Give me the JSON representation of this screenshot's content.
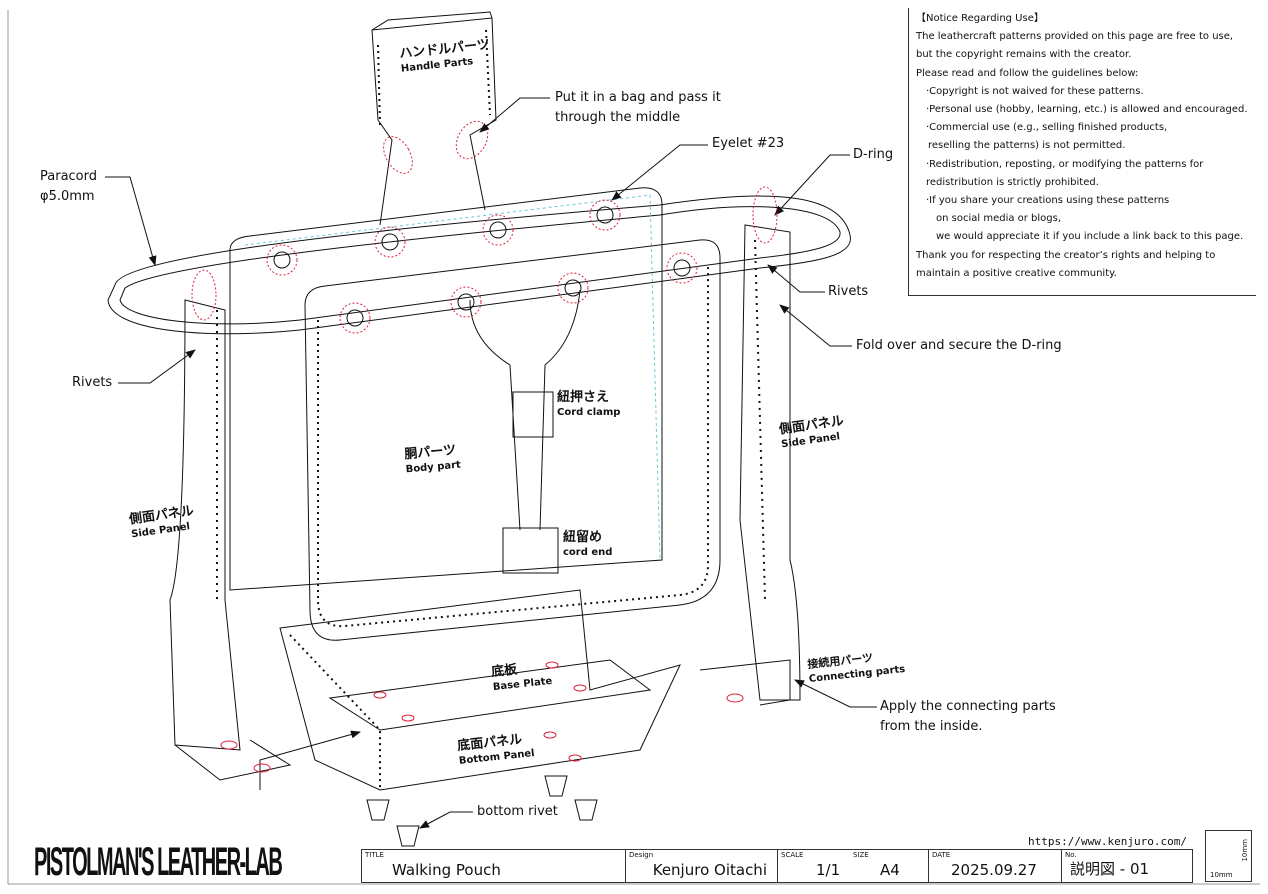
{
  "notice": {
    "heading": "【Notice Regarding Use】",
    "lines": [
      "The leathercraft patterns provided on this page are free to use,",
      "but the copyright remains with the creator.",
      "Please read and follow the guidelines below:",
      "·Copyright is not waived for these patterns.",
      "·Personal use (hobby, learning, etc.) is allowed and encouraged.",
      "·Commercial use (e.g., selling finished products,",
      "reselling the patterns) is not permitted.",
      "·Redistribution, reposting, or modifying the patterns for",
      "redistribution is strictly prohibited.",
      "·If you share your creations using these patterns",
      "on social media or blogs,",
      "we would appreciate it if you include a link back to this page.",
      "Thank you for respecting the creator’s rights and helping to",
      "maintain a positive creative community."
    ]
  },
  "callouts": {
    "bag_1": "Put it in a bag and pass it",
    "bag_2": "through the middle",
    "eyelet": "Eyelet #23",
    "dring": "D-ring",
    "paracord_1": "Paracord",
    "paracord_2": "φ5.0mm",
    "rivets_right": "Rivets",
    "fold": "Fold over and secure the D-ring",
    "rivets_left": "Rivets",
    "apply_1": "Apply the connecting parts",
    "apply_2": "from the inside.",
    "bottom_rivet": "bottom rivet"
  },
  "parts": {
    "handle_jp": "ハンドルパーツ",
    "handle_en": "Handle Parts",
    "clamp_jp": "紐押さえ",
    "clamp_en": "Cord clamp",
    "body_jp": "胴パーツ",
    "body_en": "Body part",
    "side_r_jp": "側面パネル",
    "side_r_en": "Side Panel",
    "side_l_jp": "側面パネル",
    "side_l_en": "Side Panel",
    "cordend_jp": "紐留め",
    "cordend_en": "cord end",
    "connect_jp": "接続用パーツ",
    "connect_en": "Connecting parts",
    "base_jp": "底板",
    "base_en": "Base Plate",
    "bottom_jp": "底面パネル",
    "bottom_en": "Bottom Panel"
  },
  "url": "https://www.kenjuro.com/",
  "logo": "PISTOLMAN'S LEATHER-LAB",
  "title_block": {
    "title_cap": "TITLE",
    "title": "Walking Pouch",
    "design_cap": "Design",
    "design": "Kenjuro Oitachi",
    "scale_cap": "SCALE",
    "scale": "1/1",
    "size_cap": "SIZE",
    "size": "A4",
    "date_cap": "DATE",
    "date": "2025.09.27",
    "no_cap": "No.",
    "no": "説明図 - 01"
  },
  "scale_box": {
    "v": "10mm",
    "h": "10mm"
  },
  "colors": {
    "line": "#111111",
    "accent_red": "#e0203a",
    "guide_cyan": "#6cc8d8"
  }
}
